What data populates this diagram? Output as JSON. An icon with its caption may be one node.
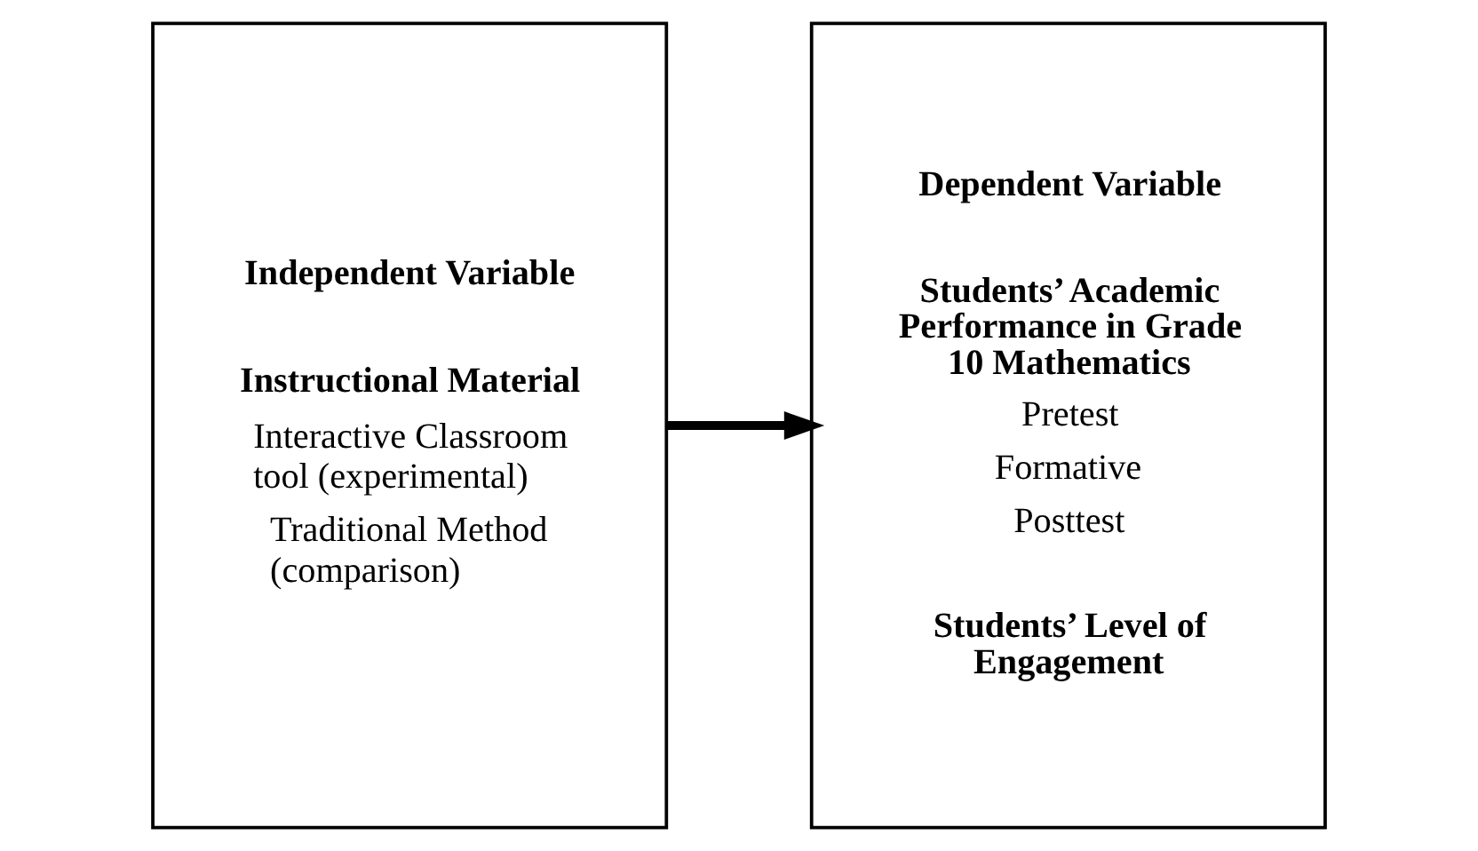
{
  "diagram": {
    "nodes": [
      {
        "text": [
          "Independent Variable",
          "Instructional Material",
          "Interactive Classroom tool (experimental)",
          "Traditional Method (comparison)"
        ]
      },
      {
        "text": [
          "Dependent Variable",
          "Students’ Academic Performance in Grade 10 Mathematics",
          "Pretest",
          "Formative",
          "Posttest",
          "Students’ Level of Engagement"
        ]
      }
    ],
    "edges": [
      {
        "from": 0,
        "to": 1,
        "arrow": "to"
      }
    ]
  }
}
